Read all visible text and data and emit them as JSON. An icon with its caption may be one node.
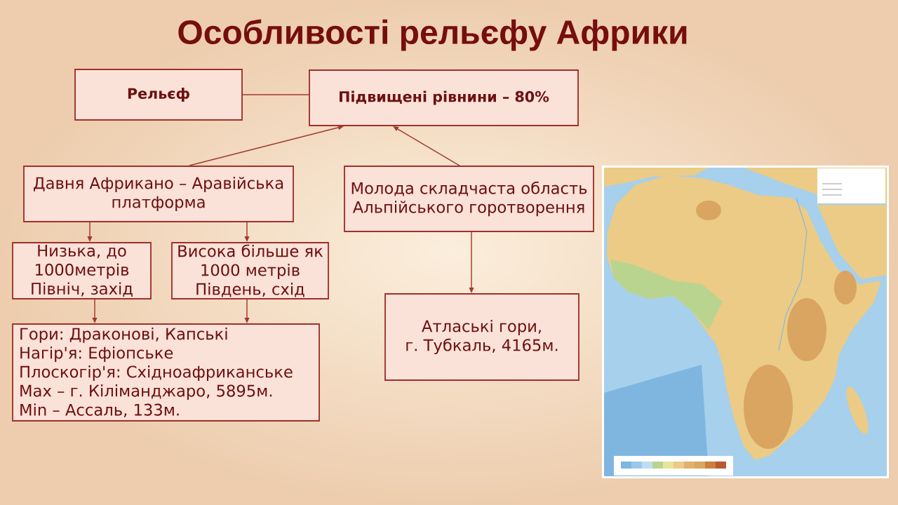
{
  "diagram": {
    "title": "Особливості рельєфу Африки",
    "nodes": [
      {
        "text": [
          "Рельєф"
        ]
      },
      {
        "text": [
          "Підвищені рівнини – 80%"
        ]
      },
      {
        "text": [
          "Давня Африкано – Аравійська платформа"
        ]
      },
      {
        "text": [
          "Молода складчаста область Альпійського горотворення"
        ]
      },
      {
        "text": [
          "Низька, до 1000метрів Північ, захід"
        ]
      },
      {
        "text": [
          "Висока більше як 1000 метрів Південь, схід"
        ]
      },
      {
        "text": [
          "Гори: Драконові, Капські",
          "Нагір'я: Ефіопське",
          "Плоскогір'я: Східноафриканське",
          "Max – г. Кіліманджаро, 5895м.",
          "Min – Ассаль, 133м."
        ]
      },
      {
        "text": [
          "Атлаські гори, г. Тубкаль, 4165м."
        ]
      }
    ],
    "edges": [
      {
        "from": 0,
        "to": 1,
        "arrow": "none"
      },
      {
        "from": 2,
        "to": 1,
        "arrow": "to"
      },
      {
        "from": 3,
        "to": 1,
        "arrow": "to"
      },
      {
        "from": 2,
        "to": 4,
        "arrow": "to"
      },
      {
        "from": 2,
        "to": 5,
        "arrow": "to"
      },
      {
        "from": 4,
        "to": 6,
        "arrow": "to"
      },
      {
        "from": 5,
        "to": 6,
        "arrow": "to"
      },
      {
        "from": 3,
        "to": 7,
        "arrow": "to"
      }
    ]
  }
}
